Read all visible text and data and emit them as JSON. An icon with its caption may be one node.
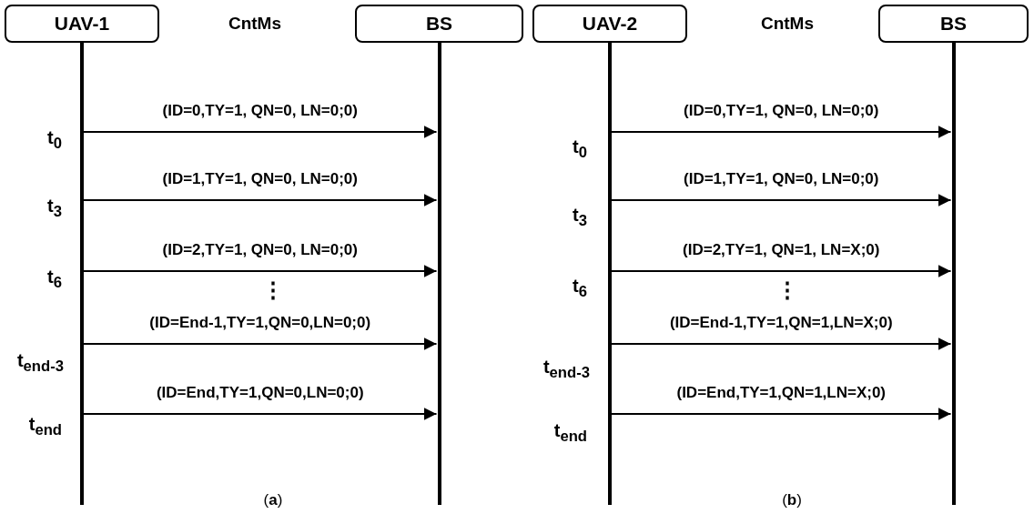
{
  "diagram": {
    "nodes": [
      {
        "text": [
          "UAV-1"
        ]
      },
      {
        "text": [
          "BS"
        ]
      },
      {
        "text": [
          "UAV-2"
        ]
      },
      {
        "text": [
          "BS"
        ]
      }
    ],
    "edges": [
      {
        "from": 0,
        "to": 1,
        "arrow": "to",
        "label": "(ID=0,TY=1, QN=0, LN=0;0)"
      },
      {
        "from": 0,
        "to": 1,
        "arrow": "to",
        "label": "(ID=1,TY=1, QN=0, LN=0;0)"
      },
      {
        "from": 0,
        "to": 1,
        "arrow": "to",
        "label": "(ID=2,TY=1, QN=0, LN=0;0)"
      },
      {
        "from": 0,
        "to": 1,
        "arrow": "to",
        "label": "(ID=End-1,TY=1,QN=0,LN=0;0)"
      },
      {
        "from": 0,
        "to": 1,
        "arrow": "to",
        "label": "(ID=End,TY=1,QN=0,LN=0;0)"
      },
      {
        "from": 2,
        "to": 3,
        "arrow": "to",
        "label": "(ID=0,TY=1, QN=0, LN=0;0)"
      },
      {
        "from": 2,
        "to": 3,
        "arrow": "to",
        "label": "(ID=1,TY=1, QN=0, LN=0;0)"
      },
      {
        "from": 2,
        "to": 3,
        "arrow": "to",
        "label": "(ID=2,TY=1, QN=1, LN=X;0)"
      },
      {
        "from": 2,
        "to": 3,
        "arrow": "to",
        "label": "(ID=End-1,TY=1,QN=1,LN=X;0)"
      },
      {
        "from": 2,
        "to": 3,
        "arrow": "to",
        "label": "(ID=End,TY=1,QN=1,LN=X;0)"
      }
    ],
    "labels": [
      "CntMs",
      "t$_{0}$",
      "t$_{3}$",
      "t$_{6}$",
      "⋮",
      "t$_{end-3}$",
      "t$_{end}$",
      "CntMs",
      "t$_{0}$",
      "t$_{3}$",
      "t$_{6}$",
      "⋮",
      "t$_{end-3}$",
      "t$_{end}$",
      "(**a**)",
      "(**b**)"
    ]
  }
}
